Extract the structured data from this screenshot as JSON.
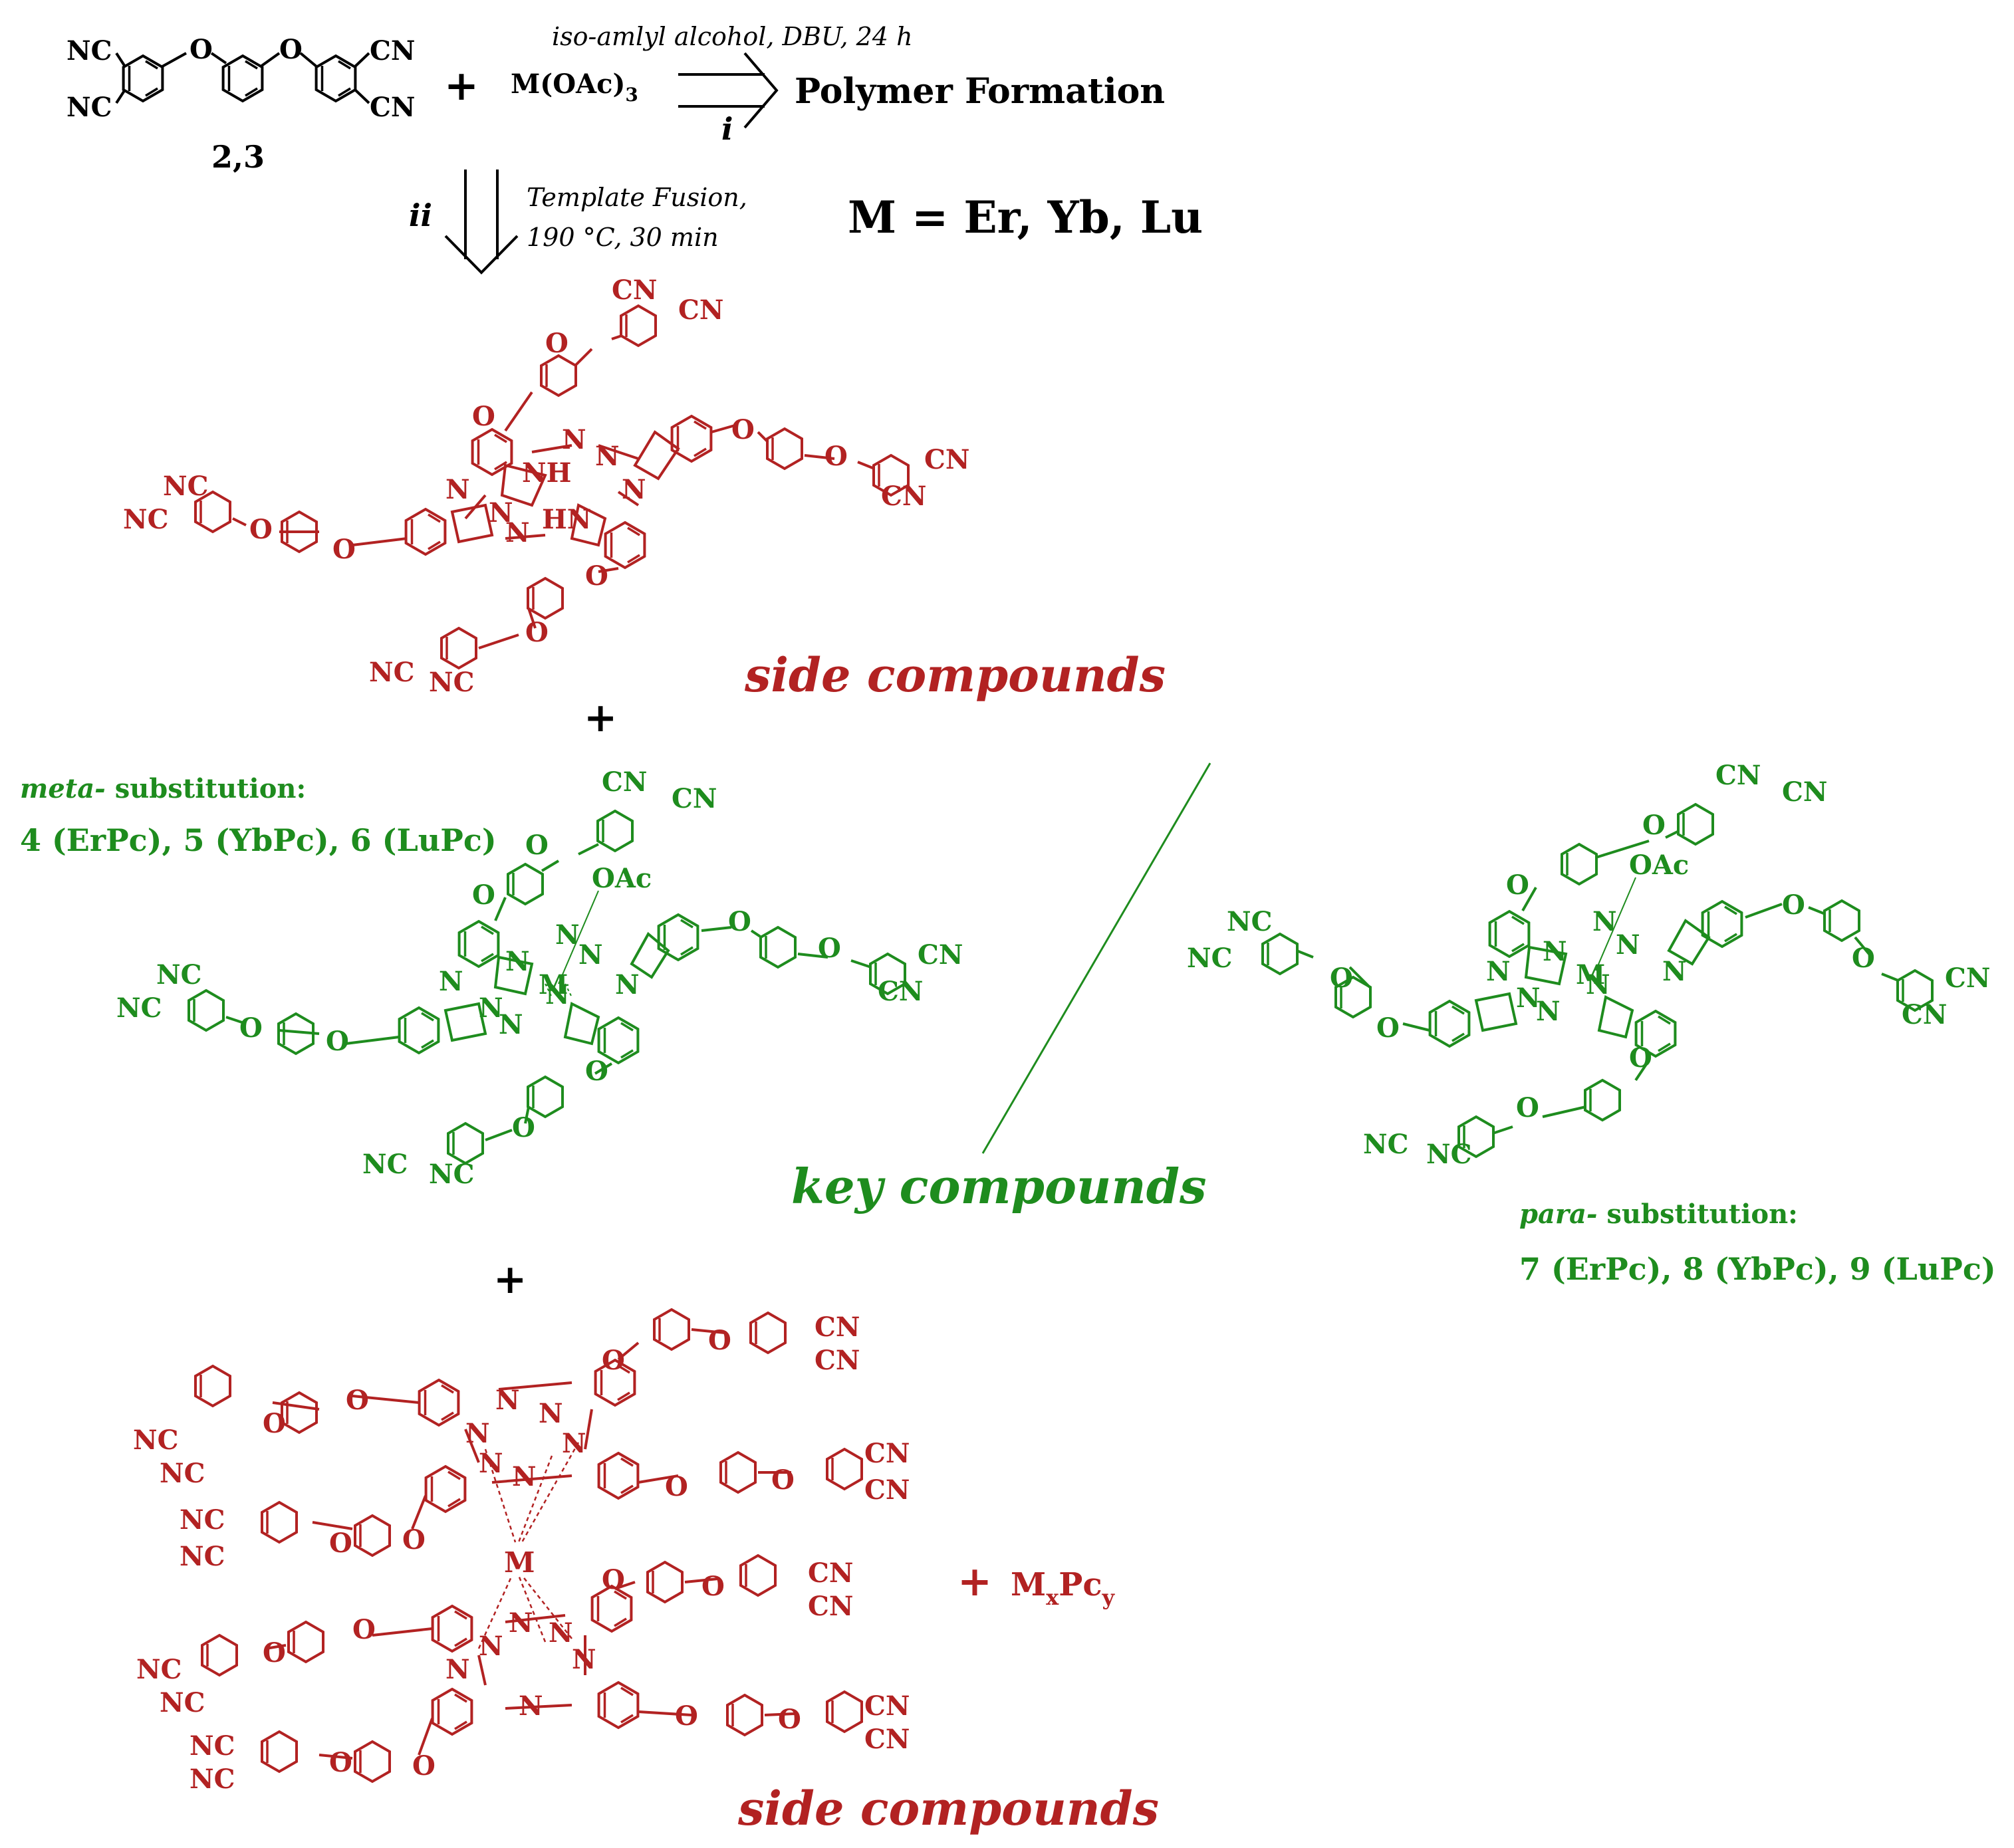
{
  "colors": {
    "black": "#000000",
    "side": "#b22222",
    "key": "#1e8c1e"
  },
  "reactant": {
    "label": "2,3",
    "plus": "+",
    "reagent": "M(OAc)",
    "reagent_sub": "3"
  },
  "conditions": {
    "route_i_top": "iso-amlyl alcohol, DBU, 24 h",
    "route_i_label": "i",
    "route_i_product": "Polymer Formation",
    "route_ii_label": "ii",
    "route_ii_line1": "Template Fusion,",
    "route_ii_line2": "190 °C, 30 min"
  },
  "metals": "M = Er, Yb, Lu",
  "top_side": {
    "caption": "side compounds",
    "atoms": [
      "CN",
      "CN",
      "NC",
      "NC",
      "NC",
      "NC",
      "CN",
      "CN",
      "NH",
      "HN",
      "N",
      "N",
      "N",
      "N",
      "N",
      "N",
      "O",
      "O",
      "O",
      "O",
      "O",
      "O",
      "O",
      "O"
    ]
  },
  "plus_1": "+",
  "meta": {
    "prefix": "meta-",
    "label": " substitution:",
    "compounds": "4 (ErPc), 5 (YbPc), 6 (LuPc)",
    "metal": "M",
    "axial": "OAc",
    "atoms": [
      "CN",
      "CN",
      "NC",
      "NC",
      "NC",
      "NC",
      "CN",
      "CN",
      "N",
      "N",
      "N",
      "N",
      "N",
      "N",
      "N",
      "N",
      "O",
      "O",
      "O",
      "O",
      "O",
      "O",
      "O",
      "O"
    ]
  },
  "key_caption": "key compounds",
  "para": {
    "prefix": "para-",
    "label": " substitution:",
    "compounds": "7 (ErPc), 8 (YbPc), 9 (LuPc)",
    "metal": "M",
    "axial": "OAc",
    "atoms": [
      "CN",
      "CN",
      "NC",
      "NC",
      "NC",
      "NC",
      "CN",
      "CN",
      "N",
      "N",
      "N",
      "N",
      "N",
      "N",
      "N",
      "N",
      "O",
      "O",
      "O",
      "O",
      "O",
      "O",
      "O",
      "O"
    ]
  },
  "plus_2": "+",
  "bottom_side": {
    "caption": "side compounds",
    "metal": "M",
    "plus": "+",
    "mxpcy_main": "M",
    "mxpcy_x": "x",
    "mxpcy_mid": "Pc",
    "mxpcy_y": "y",
    "atoms_upper": [
      "CN",
      "CN",
      "NC",
      "NC",
      "NC",
      "NC",
      "CN",
      "CN",
      "N",
      "N",
      "N",
      "N",
      "N",
      "N",
      "O",
      "O",
      "O",
      "O",
      "O",
      "O",
      "O",
      "O"
    ],
    "atoms_lower": [
      "CN",
      "CN",
      "NC",
      "NC",
      "NC",
      "NC",
      "CN",
      "CN",
      "N",
      "N",
      "N",
      "N",
      "N",
      "N",
      "O",
      "O",
      "O",
      "O",
      "O",
      "O",
      "O",
      "O"
    ]
  }
}
